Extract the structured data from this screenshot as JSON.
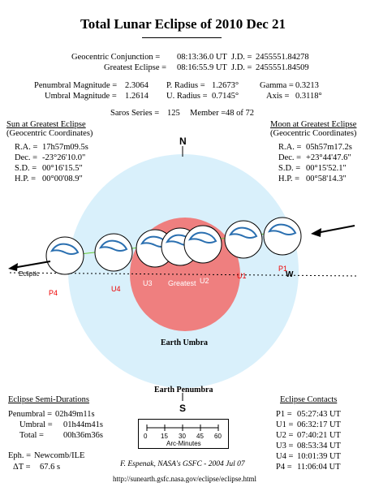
{
  "title": "Total Lunar Eclipse of  2010 Dec 21",
  "header": {
    "conj_label": "Geocentric Conjunction =",
    "conj_time": "08:13:36.0 UT",
    "conj_jd_label": "J.D. =",
    "conj_jd": "2455551.84278",
    "ge_label": "Greatest Eclipse =",
    "ge_time": "08:16:55.9 UT",
    "ge_jd_label": "J.D. =",
    "ge_jd": "2455551.84509"
  },
  "magnitudes": {
    "pen_mag_label": "Penumbral Magnitude =",
    "pen_mag": "2.3064",
    "umb_mag_label": "Umbral Magnitude =",
    "umb_mag": "1.2614",
    "p_radius_label": "P. Radius =",
    "p_radius": "1.2673°",
    "u_radius_label": "U. Radius =",
    "u_radius": "0.7145°",
    "gamma_label": "Gamma =",
    "gamma": "0.3213",
    "axis_label": "Axis =",
    "axis": "0.3118°"
  },
  "saros": {
    "series_label": "Saros Series =",
    "series": "125",
    "member_label": "Member =",
    "member": "48 of 72"
  },
  "sun": {
    "heading": "Sun at Greatest Eclipse",
    "subheading": "(Geocentric Coordinates)",
    "ra_label": "R.A. =",
    "ra": "17h57m09.5s",
    "dec_label": "Dec. =",
    "dec": "-23°26'10.0\"",
    "sd_label": "S.D. =",
    "sd": "00°16'15.5\"",
    "hp_label": "H.P. =",
    "hp": "00°00'08.9\""
  },
  "moon": {
    "heading": "Moon at Greatest Eclipse",
    "subheading": "(Geocentric Coordinates)",
    "ra_label": "R.A. =",
    "ra": "05h57m17.2s",
    "dec_label": "Dec. =",
    "dec": "+23°44'47.6\"",
    "sd_label": "S.D. =",
    "sd": "00°15'52.1\"",
    "hp_label": "H.P. =",
    "hp": "00°58'14.3\""
  },
  "diagram": {
    "north": "N",
    "south": "S",
    "west": "W",
    "ecliptic": "Ecliptic",
    "umbra_label": "Earth Umbra",
    "penumbra_label": "Earth Penumbra",
    "contacts": [
      "P4",
      "U4",
      "U3",
      "Greatest",
      "U2",
      "U1",
      "P1"
    ],
    "colors": {
      "penumbra": "#d9f0fb",
      "umbra": "#ef7f7f",
      "moon": "#ffffff",
      "moon_detail": "#2a6fb0",
      "contact_label": "#ee0000",
      "path_line": "#66cc33"
    }
  },
  "durations": {
    "heading": "Eclipse Semi-Durations",
    "pen_label": "Penumbral =",
    "pen": "02h49m11s",
    "umb_label": "Umbral =",
    "umb": "01h44m41s",
    "tot_label": "Total =",
    "tot": "00h36m36s"
  },
  "ephemeris": {
    "eph_label": "Eph. =",
    "eph": "Newcomb/ILE",
    "dt_label": "ΔT =",
    "dt": "67.6 s"
  },
  "scale": {
    "ticks": [
      "0",
      "15",
      "30",
      "45",
      "60"
    ],
    "label": "Arc-Minutes"
  },
  "credit": "F. Espenak, NASA's GSFC - 2004 Jul 07",
  "url": "http://sunearth.gsfc.nasa.gov/eclipse/eclipse.html",
  "contacts_table": {
    "heading": "Eclipse Contacts",
    "rows": [
      {
        "label": "P1 =",
        "time": "05:27:43 UT"
      },
      {
        "label": "U1 =",
        "time": "06:32:17 UT"
      },
      {
        "label": "U2 =",
        "time": "07:40:21 UT"
      },
      {
        "label": "U3 =",
        "time": "08:53:34 UT"
      },
      {
        "label": "U4 =",
        "time": "10:01:39 UT"
      },
      {
        "label": "P4 =",
        "time": "11:06:04 UT"
      }
    ]
  }
}
